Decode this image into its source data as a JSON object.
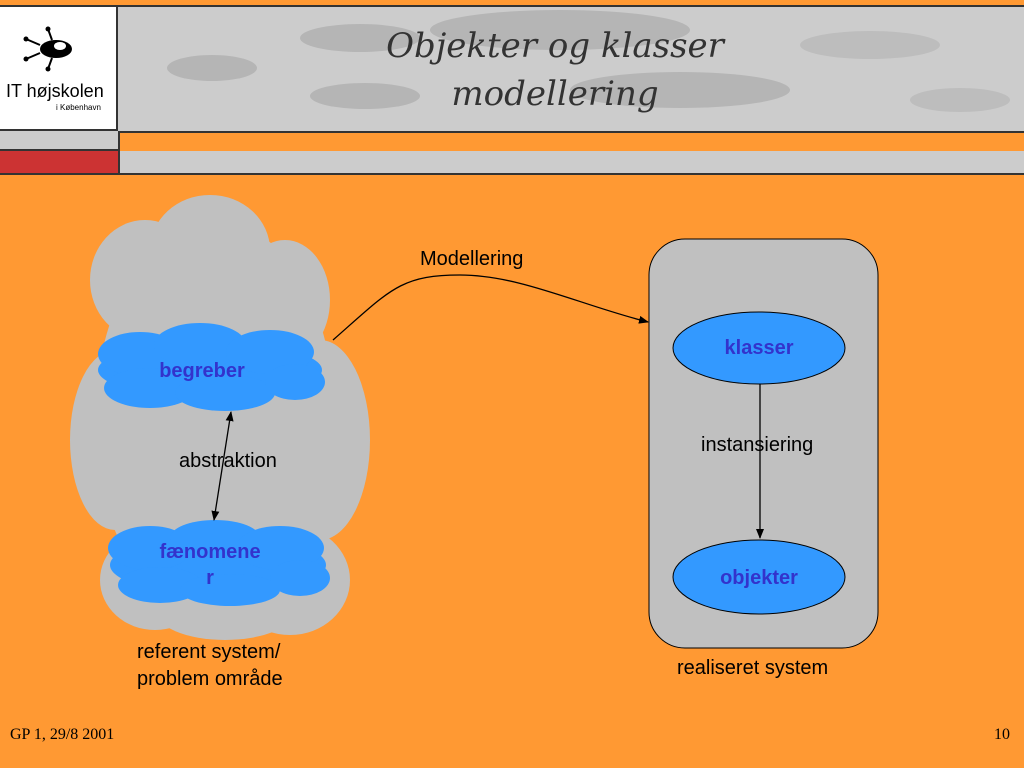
{
  "title": {
    "line1": "Objekter og klasser",
    "line2": "modellering"
  },
  "logo": {
    "name": "IT højskolen",
    "sub": "i København"
  },
  "diagram": {
    "modelling_label": "Modellering",
    "left_nodes": {
      "top": "begreber",
      "bottom_line1": "fænomene",
      "bottom_line2": "r"
    },
    "abstraction_label": "abstraktion",
    "left_caption_line1": "referent system/",
    "left_caption_line2": "problem område",
    "right_nodes": {
      "top": "klasser",
      "bottom": "objekter"
    },
    "instantiation_label": "instansiering",
    "right_caption": "realiseret system"
  },
  "footer": {
    "left": "GP 1, 29/8 2001",
    "page_number": "10"
  },
  "colors": {
    "background": "#FF9933",
    "header_grey": "#CCCCCC",
    "accent_red": "#CC3333",
    "node_fill": "#3399FF",
    "node_text": "#3333CC",
    "cloud_grey": "#C0C0C0"
  }
}
